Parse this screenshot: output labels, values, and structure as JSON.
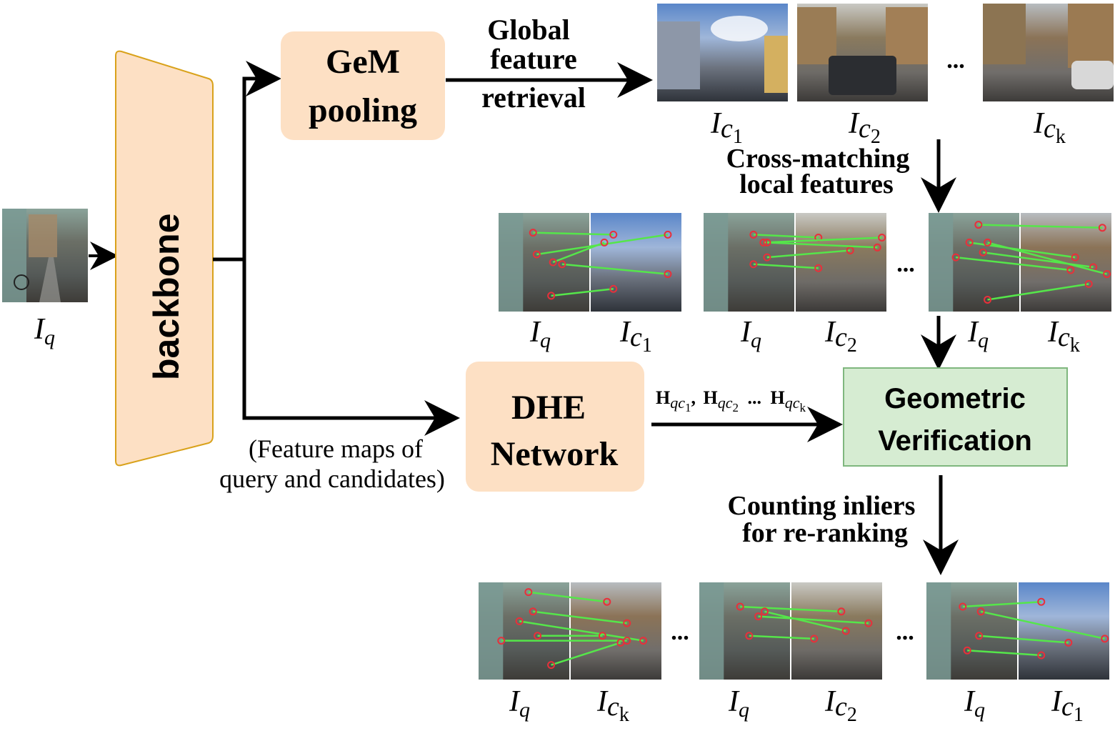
{
  "backbone": {
    "label": "backbone",
    "fill": "#fde0c4",
    "stroke": "#d9a21b"
  },
  "gem": {
    "line1": "GeM",
    "line2": "pooling",
    "fill": "#fde0c4"
  },
  "dhe": {
    "line1": "DHE",
    "line2": "Network",
    "fill": "#fde0c4"
  },
  "geo": {
    "line1": "Geometric",
    "line2": "Verification",
    "fill": "#d6ecd2",
    "stroke": "#7fb77e"
  },
  "labels": {
    "global1": "Global",
    "global2": "feature",
    "global3": "retrieval",
    "cross1": "Cross-matching",
    "cross2": "local features",
    "count1": "Counting inliers",
    "count2": "for re-ranking",
    "fmap1": "(Feature maps of",
    "fmap2": "query and candidates)",
    "ellipsis": "...",
    "h_sep": ",",
    "h_dots": "..."
  },
  "symbols": {
    "I": "I",
    "q": "q",
    "c": "c",
    "H": "H",
    "one": "1",
    "two": "2",
    "k": "k"
  },
  "colors": {
    "match_line": "#55e64a",
    "keypoint": "#e8303a",
    "arrow": "#000000"
  },
  "images": {
    "query": "street scene with bicycle",
    "cand1": "street with white building and blue sky",
    "cand2": "street with parked van",
    "candk": "street with parked cars"
  }
}
